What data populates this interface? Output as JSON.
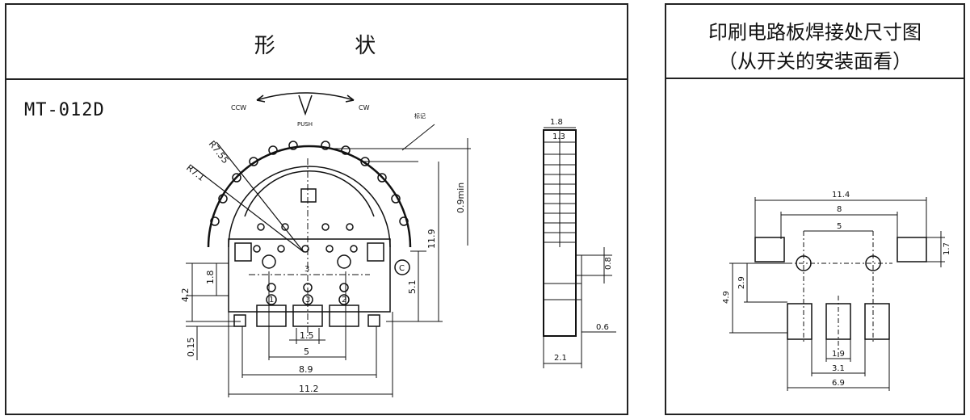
{
  "left_panel": {
    "title_chars": [
      "形",
      "状"
    ],
    "model": "MT-012D",
    "rotation": {
      "ccw": "CCW",
      "cw": "CW",
      "push": "PUSH",
      "marker": "标记"
    },
    "labels": {
      "r7_55": "R7.55",
      "r7_1": "R7.1",
      "dim_0_9min": "0.9min",
      "dim_11_9": "11.9",
      "dim_5_1": "5.1",
      "dim_4_2": "4.2",
      "dim_1_8": "1.8",
      "dim_0_15": "0.15",
      "dim_1_5": "1.5",
      "dim_5": "5",
      "dim_8_9": "8.9",
      "dim_11_2": "11.2",
      "pin_3": "3",
      "pin_1": "1",
      "pin_2": "2",
      "pin_c": "C"
    },
    "side_view": {
      "dim_1_8": "1.8",
      "dim_1_3": "1.3",
      "dim_0_8": "0.8",
      "dim_0_6": "0.6",
      "dim_2_1": "2.1"
    }
  },
  "right_panel": {
    "title_line1": "印刷电路板焊接处尺寸图",
    "title_line2": "（从开关的安装面看）",
    "labels": {
      "dim_11_4": "11.4",
      "dim_8": "8",
      "dim_5": "5",
      "dim_1_7": "1.7",
      "dim_2_9": "2.9",
      "dim_4_9": "4.9",
      "dim_1_9": "1.9",
      "dim_3_1": "3.1",
      "dim_6_9": "6.9"
    }
  }
}
